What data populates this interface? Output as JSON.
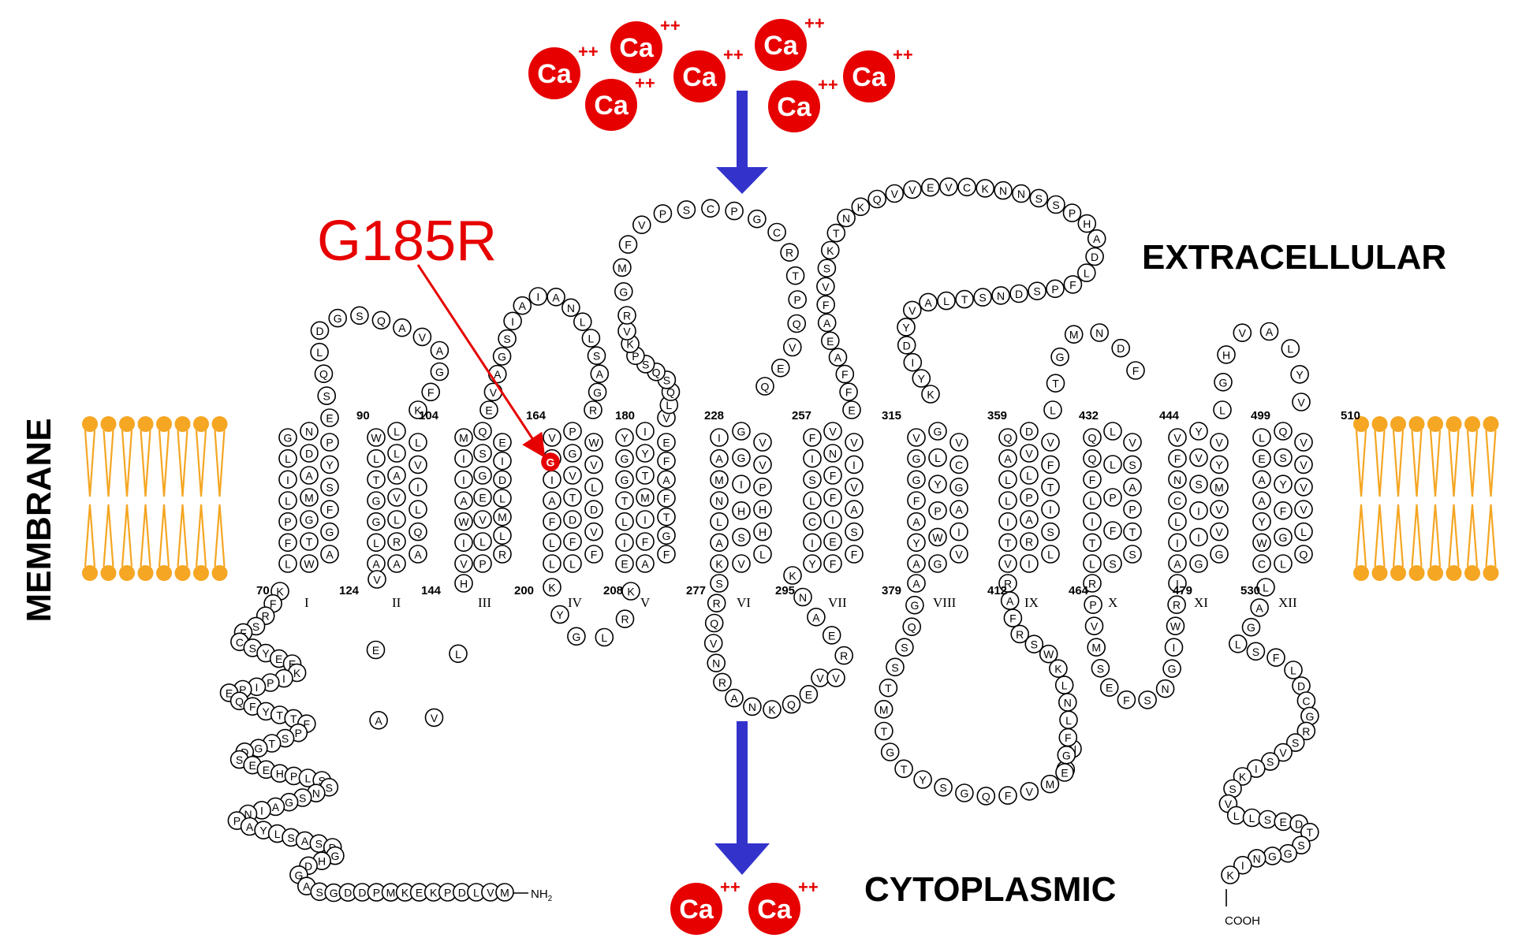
{
  "labels": {
    "extracellular": "EXTRACELLULAR",
    "cytoplasmic": "CYTOPLASMIC",
    "membrane": "MEMBRANE",
    "mutation": "G185R",
    "n_terminus": "NH",
    "n_terminus_sub": "2",
    "c_terminus": "COOH"
  },
  "ion": {
    "symbol": "Ca",
    "charge": "++",
    "top_count": 7,
    "bottom_count": 2
  },
  "colors": {
    "ion": "#e60000",
    "mutation": "#e60000",
    "arrow": "#3333cc",
    "membrane": "#f5a623"
  },
  "helices": [
    {
      "roman": "I",
      "top_num": "90",
      "bottom_num": "70"
    },
    {
      "roman": "II",
      "top_num": "104",
      "bottom_num": "124"
    },
    {
      "roman": "III",
      "top_num": "164",
      "bottom_num": "144"
    },
    {
      "roman": "IV",
      "top_num": "180",
      "bottom_num": "200"
    },
    {
      "roman": "V",
      "top_num": "228",
      "bottom_num": "208"
    },
    {
      "roman": "VI",
      "top_num": "257",
      "bottom_num": "277"
    },
    {
      "roman": "VII",
      "top_num": "315",
      "bottom_num": "295"
    },
    {
      "roman": "VIII",
      "top_num": "359",
      "bottom_num": "379"
    },
    {
      "roman": "IX",
      "top_num": "432",
      "bottom_num": "412"
    },
    {
      "roman": "X",
      "top_num": "444",
      "bottom_num": "464"
    },
    {
      "roman": "XI",
      "top_num": "499",
      "bottom_num": "479"
    },
    {
      "roman": "XII",
      "top_num": "510",
      "bottom_num": "530"
    }
  ],
  "residues": {
    "tm": [
      "GLILPFL",
      "NDAMGTW",
      "PYSFGA",
      "WLTGGLA",
      "LLAVLRA",
      "LVILQA",
      "MIIAWIV",
      "QSGEVLP",
      "EIDLMLR",
      "VGIAFLL",
      "PGVTDFL",
      "WVLDVF",
      "YGGTLIE",
      "IYTMIFA",
      "EFAFTGF",
      "IAMNLAK",
      "GGIHSV",
      "VVPHHL",
      "FISLCIY",
      "VNFFIEF",
      "VIVASF",
      "VGGFAYA",
      "GLYPWG",
      "VCGAIV",
      "QALLITV",
      "DVLPARI",
      "VFTISL",
      "QQFLITL",
      "LLPFS",
      "VSAPTS",
      "VFNCLIA",
      "YVSIIG",
      "VYMVVG",
      "LEAAYWC",
      "QSYFGL",
      "VVVVLQ"
    ],
    "loops": [
      "ESQLDGSQAVAGFK",
      "VEAVLH",
      "EVAGSIAIANLLSAGR",
      "KYGLRK",
      "VLQSQSPKV",
      "SRQVNRANKQEV",
      "KNAERV",
      "AGQSSTMTGTYSGQFVMEN",
      "RAFRSWKLNLFGE",
      "RPVMSEFSNGIWRI",
      "LAGLSFL",
      "DCGRSVSIKSVLLSEDTSGGNIK"
    ],
    "n_tail": "KFRSFCSYEEKIPIPEQFYTTFPSTGDSEEHPLSSNSGAINPAYLSASDGHDGASGDDPMKEKPDLVM",
    "ext2": "RGMFVPSCPGCRTPQVEQ",
    "ext3": "EFFAEAFVSKTNKQVVEVCKNNSSPHADLFPSDNSTLAVYDIYK",
    "mutant": "G"
  }
}
